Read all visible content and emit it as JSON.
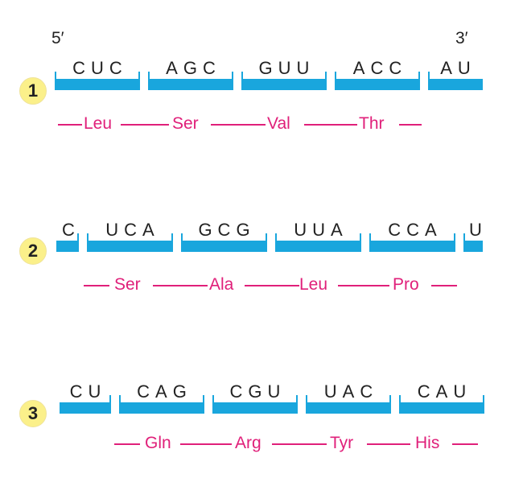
{
  "five_prime_label": "5′",
  "three_prime_label": "3′",
  "frames": [
    {
      "number": "1",
      "codons": [
        "CUC",
        "AGC",
        "GUU",
        "ACC",
        "AU"
      ],
      "amino_acids": [
        "Leu",
        "Ser",
        "Val",
        "Thr"
      ]
    },
    {
      "number": "2",
      "codons": [
        "C",
        "UCA",
        "GCG",
        "UUA",
        "CCA",
        "U"
      ],
      "amino_acids": [
        "Ser",
        "Ala",
        "Leu",
        "Pro"
      ]
    },
    {
      "number": "3",
      "codons": [
        "CU",
        "CAG",
        "CGU",
        "UAC",
        "CAU"
      ],
      "amino_acids": [
        "Gln",
        "Arg",
        "Tyr",
        "His"
      ]
    }
  ],
  "colors": {
    "bar": "#19a6dd",
    "amino_acid": "#e0207a",
    "frame_circle": "#fbf08a"
  }
}
